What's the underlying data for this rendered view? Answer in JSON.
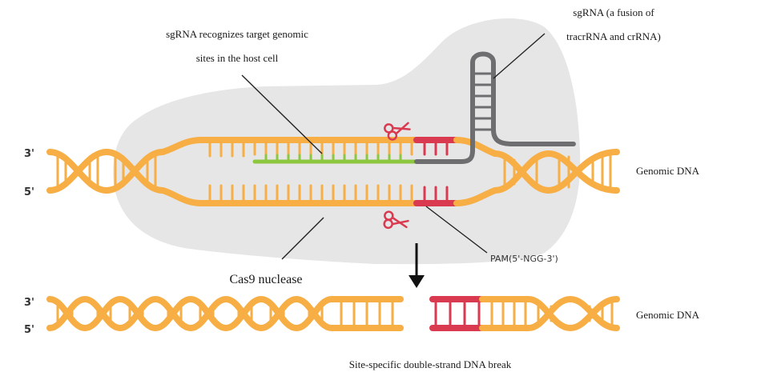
{
  "labels": {
    "sgrna_recognizes_line1": "sgRNA recognizes target genomic",
    "sgrna_recognizes_line2": "sites in the host cell",
    "sgrna_fusion_line1": "sgRNA (a fusion of",
    "sgrna_fusion_line2": "tracrRNA and crRNA)",
    "genomic_dna_top": "Genomic DNA",
    "genomic_dna_bottom": "Genomic DNA",
    "pam": "PAM(5'-NGG-3')",
    "cas9": "Cas9 nuclease",
    "break": "Site-specific double-strand DNA break",
    "top_3prime": "3'",
    "top_5prime": "5'",
    "bottom_3prime": "3'",
    "bottom_5prime": "5'"
  },
  "icons": {
    "scissors_top": "scissors-icon",
    "scissors_bottom": "scissors-icon",
    "arrow": "arrow-down-icon"
  },
  "colors": {
    "dna": "#F6AE45",
    "pam": "#D93A50",
    "guide": "#8DC63F",
    "sgrna": "#6E6E70",
    "cas9_body": "#E6E6E7",
    "pointer": "#222222"
  }
}
